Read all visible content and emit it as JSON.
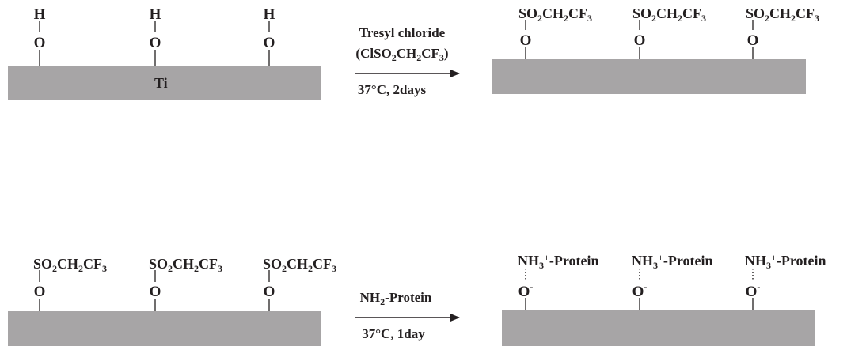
{
  "colors": {
    "substrate": "#a7a5a6",
    "ink": "#231f20"
  },
  "substrate_label": "Ti",
  "step1": {
    "surface_atom": "O",
    "initial_group": "H",
    "product_group": [
      "SO",
      "2",
      "CH",
      "2",
      "CF",
      "3"
    ],
    "reagent_name": "Tresyl chloride",
    "reagent_formula": [
      "(ClSO",
      "2",
      "CH",
      "2",
      "CF",
      "3",
      ")"
    ],
    "conditions": "37°C, 2days"
  },
  "step2": {
    "surface_atom": "O",
    "initial_group": [
      "SO",
      "2",
      "CH",
      "2",
      "CF",
      "3"
    ],
    "reagent": [
      "NH",
      "2",
      "-Protein"
    ],
    "conditions": "37°C, 1day",
    "product_atom": "O",
    "product_charge": "-",
    "product_group": [
      "NH",
      "3",
      "+",
      "-Protein"
    ]
  }
}
